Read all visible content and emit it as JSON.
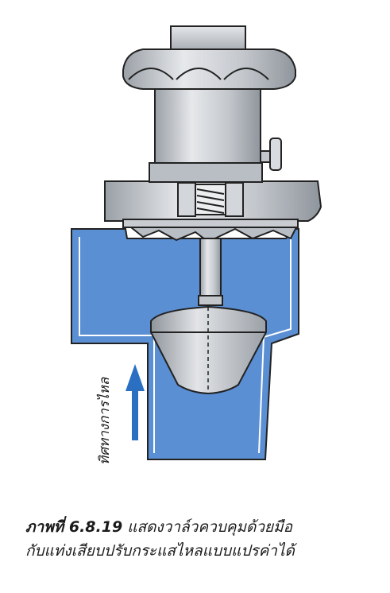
{
  "figure": {
    "flow_direction_label": "ทิศทางการไหล",
    "colors": {
      "fluid": "#5b8fd4",
      "fluid_dark": "#3f74bd",
      "metal_light": "#dfe2e6",
      "metal_mid": "#b9bec4",
      "metal_dark": "#8c9299",
      "outline": "#222222",
      "arrow": "#2a6fc2"
    }
  },
  "caption": {
    "label": "ภาพที่ 6.8.19",
    "line1": "แสดงวาล์วควบคุมด้วยมือ",
    "line2": "กับแท่งเสียบปรับกระแสไหลแบบแปรค่าได้"
  }
}
